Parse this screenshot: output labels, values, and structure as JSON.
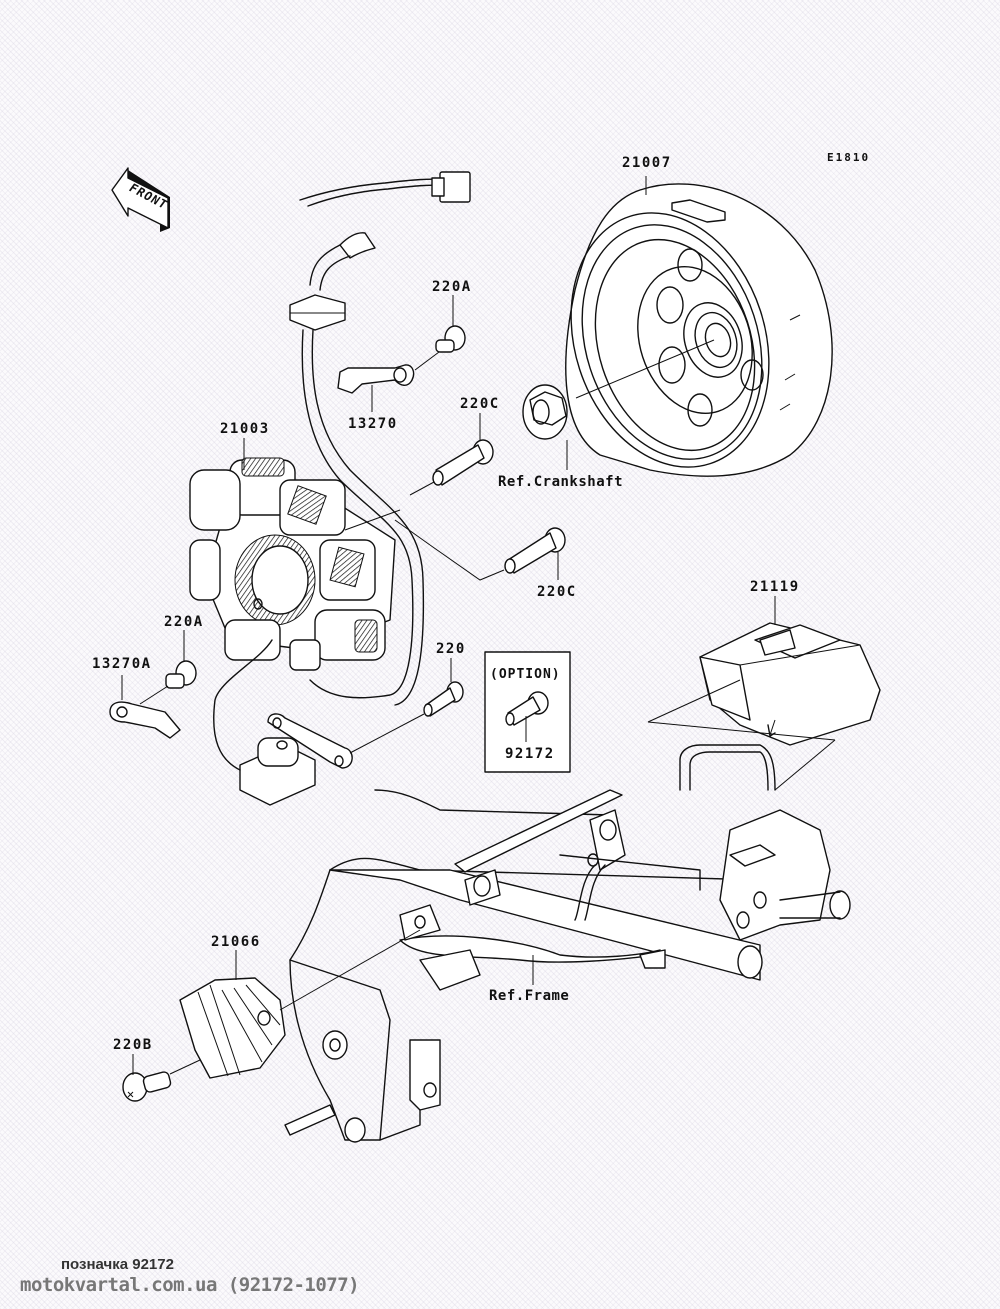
{
  "diagram": {
    "code": "E1810",
    "front_label": "FRONT",
    "parts": [
      {
        "id": "flywheel",
        "number": "21007"
      },
      {
        "id": "stator",
        "number": "21003"
      },
      {
        "id": "plate",
        "number": "13270"
      },
      {
        "id": "plate-a",
        "number": "13270A"
      },
      {
        "id": "bolt-a-top",
        "number": "220A"
      },
      {
        "id": "bolt-a-left",
        "number": "220A"
      },
      {
        "id": "bolt-c-top",
        "number": "220C"
      },
      {
        "id": "bolt-c-bottom",
        "number": "220C"
      },
      {
        "id": "bolt-220",
        "number": "220"
      },
      {
        "id": "bolt-b",
        "number": "220B"
      },
      {
        "id": "cdi-unit",
        "number": "21119"
      },
      {
        "id": "regulator",
        "number": "21066"
      },
      {
        "id": "option-bolt",
        "number": "92172"
      }
    ],
    "option_box": {
      "title": "(OPTION)",
      "number": "92172"
    },
    "references": {
      "crankshaft": "Ref.Crankshaft",
      "frame": "Ref.Frame"
    }
  },
  "footer": {
    "note": "позначка 92172",
    "site": "motokvartal.com.ua (92172-1077)"
  }
}
